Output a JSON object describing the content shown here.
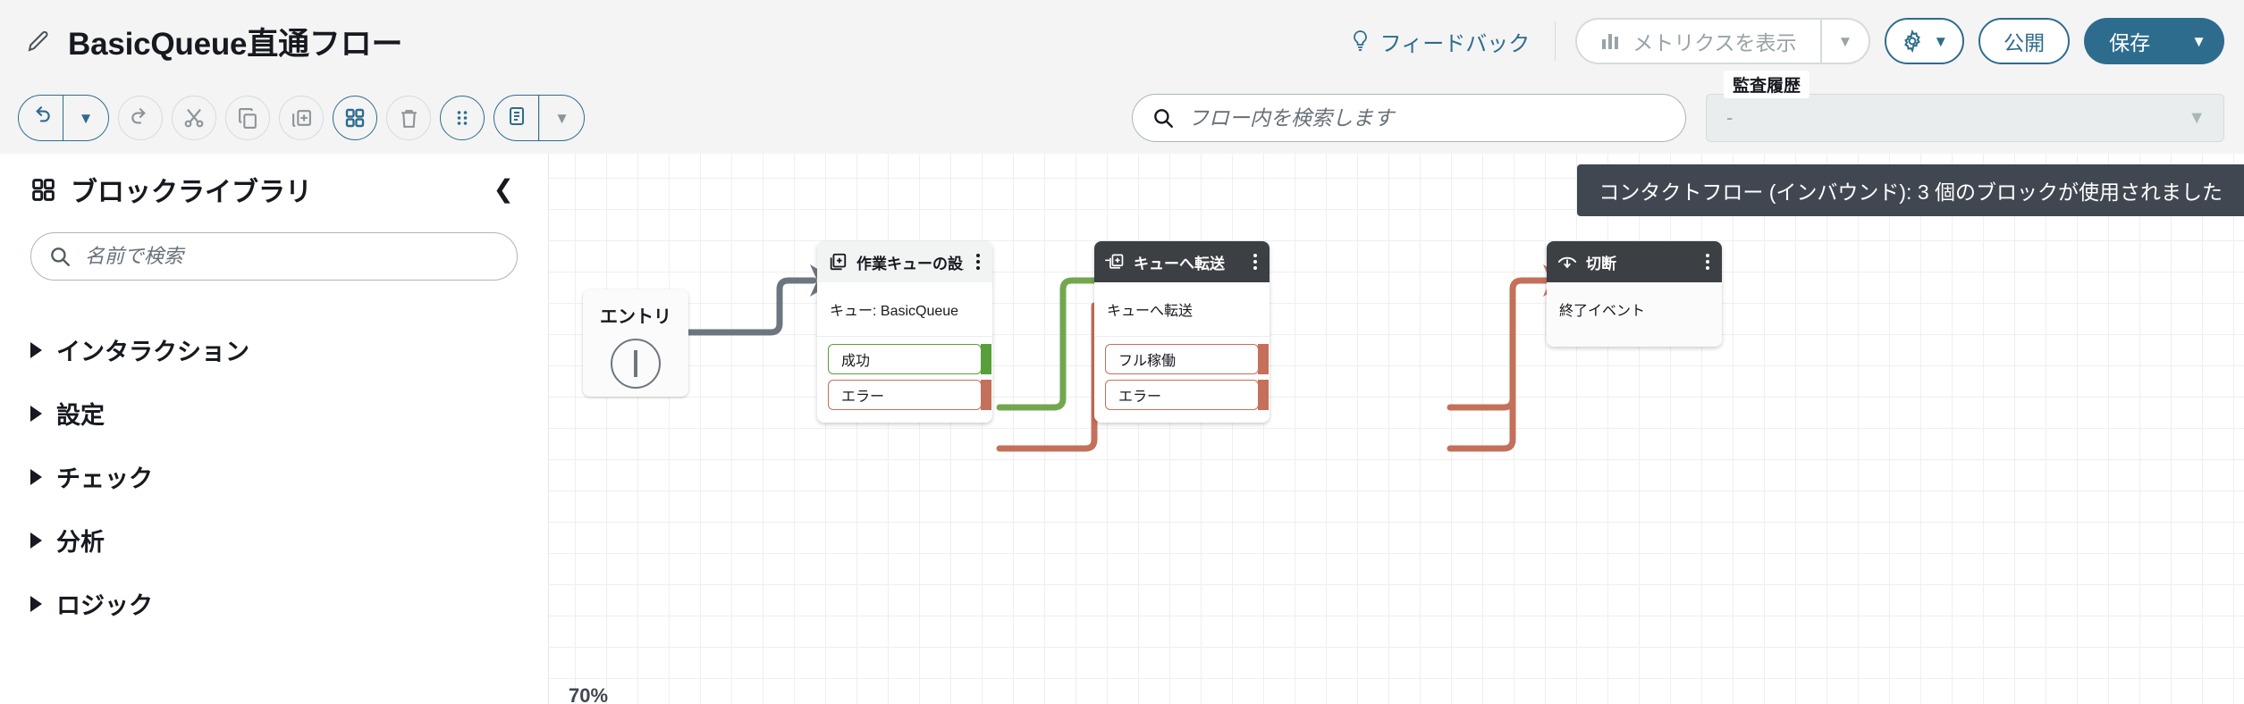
{
  "header": {
    "edit_icon": "pencil-icon",
    "title": "BasicQueue直通フロー",
    "feedback_label": "フィードバック",
    "feedback_icon": "lightbulb-icon",
    "metrics_label": "メトリクスを表示",
    "metrics_icon": "bar-chart-icon",
    "metrics_caret": "▼",
    "gear_icon": "gear-icon",
    "gear_caret": "▼",
    "publish_label": "公開",
    "save_label": "保存",
    "save_caret": "▼"
  },
  "toolbar": {
    "undo_icon": "undo-icon",
    "undo_caret": "▼",
    "redo_icon": "redo-icon",
    "cut_icon": "scissors-icon",
    "copy_icon": "copy-icon",
    "duplicate_icon": "duplicate-icon",
    "blocks_icon": "grid-apps-icon",
    "delete_icon": "trash-icon",
    "arrange_icon": "dots-grid-icon",
    "notes_icon": "document-icon",
    "notes_caret": "▼",
    "search_placeholder": "フロー内を検索します",
    "search_value": "",
    "search_icon": "search-icon",
    "audit_label": "監査履歴",
    "audit_value": "-",
    "audit_caret": "▼"
  },
  "sidebar": {
    "icon": "grid-apps-icon",
    "title": "ブロックライブラリ",
    "collapse_icon": "chevron-left-icon",
    "search_placeholder": "名前で検索",
    "search_value": "",
    "search_icon": "search-icon",
    "items": [
      {
        "label": "インタラクション"
      },
      {
        "label": "設定"
      },
      {
        "label": "チェック"
      },
      {
        "label": "分析"
      },
      {
        "label": "ロジック"
      }
    ]
  },
  "canvas": {
    "banner": "コンタクトフロー (インバウンド): 3 個のブロックが使用されました",
    "zoom_level": "70%",
    "entry": {
      "label": "エントリ",
      "icon": "entry-point-icon"
    },
    "nodes": [
      {
        "title": "作業キューの設定",
        "icon": "set-working-queue-icon",
        "header_style": "light",
        "body": "キュー: BasicQueue",
        "menu_icon": "kebab-menu-icon",
        "ports": [
          {
            "label": "成功",
            "color": "green"
          },
          {
            "label": "エラー",
            "color": "red"
          }
        ]
      },
      {
        "title": "キューへ転送",
        "icon": "transfer-to-queue-icon",
        "header_style": "dark",
        "body": "キューへ転送",
        "menu_icon": "kebab-menu-icon",
        "ports": [
          {
            "label": "フル稼働",
            "color": "red"
          },
          {
            "label": "エラー",
            "color": "red"
          }
        ]
      },
      {
        "title": "切断",
        "icon": "hang-up-icon",
        "header_style": "dark",
        "body": "終了イベント",
        "menu_icon": "kebab-menu-icon",
        "ports": []
      }
    ]
  },
  "colors": {
    "accent": "#2e6c8e",
    "success": "#57a039",
    "error": "#c4705a",
    "neutral_edge": "#6d7680",
    "dark_header": "#3c3f43",
    "light_header": "#f2f3f3"
  }
}
